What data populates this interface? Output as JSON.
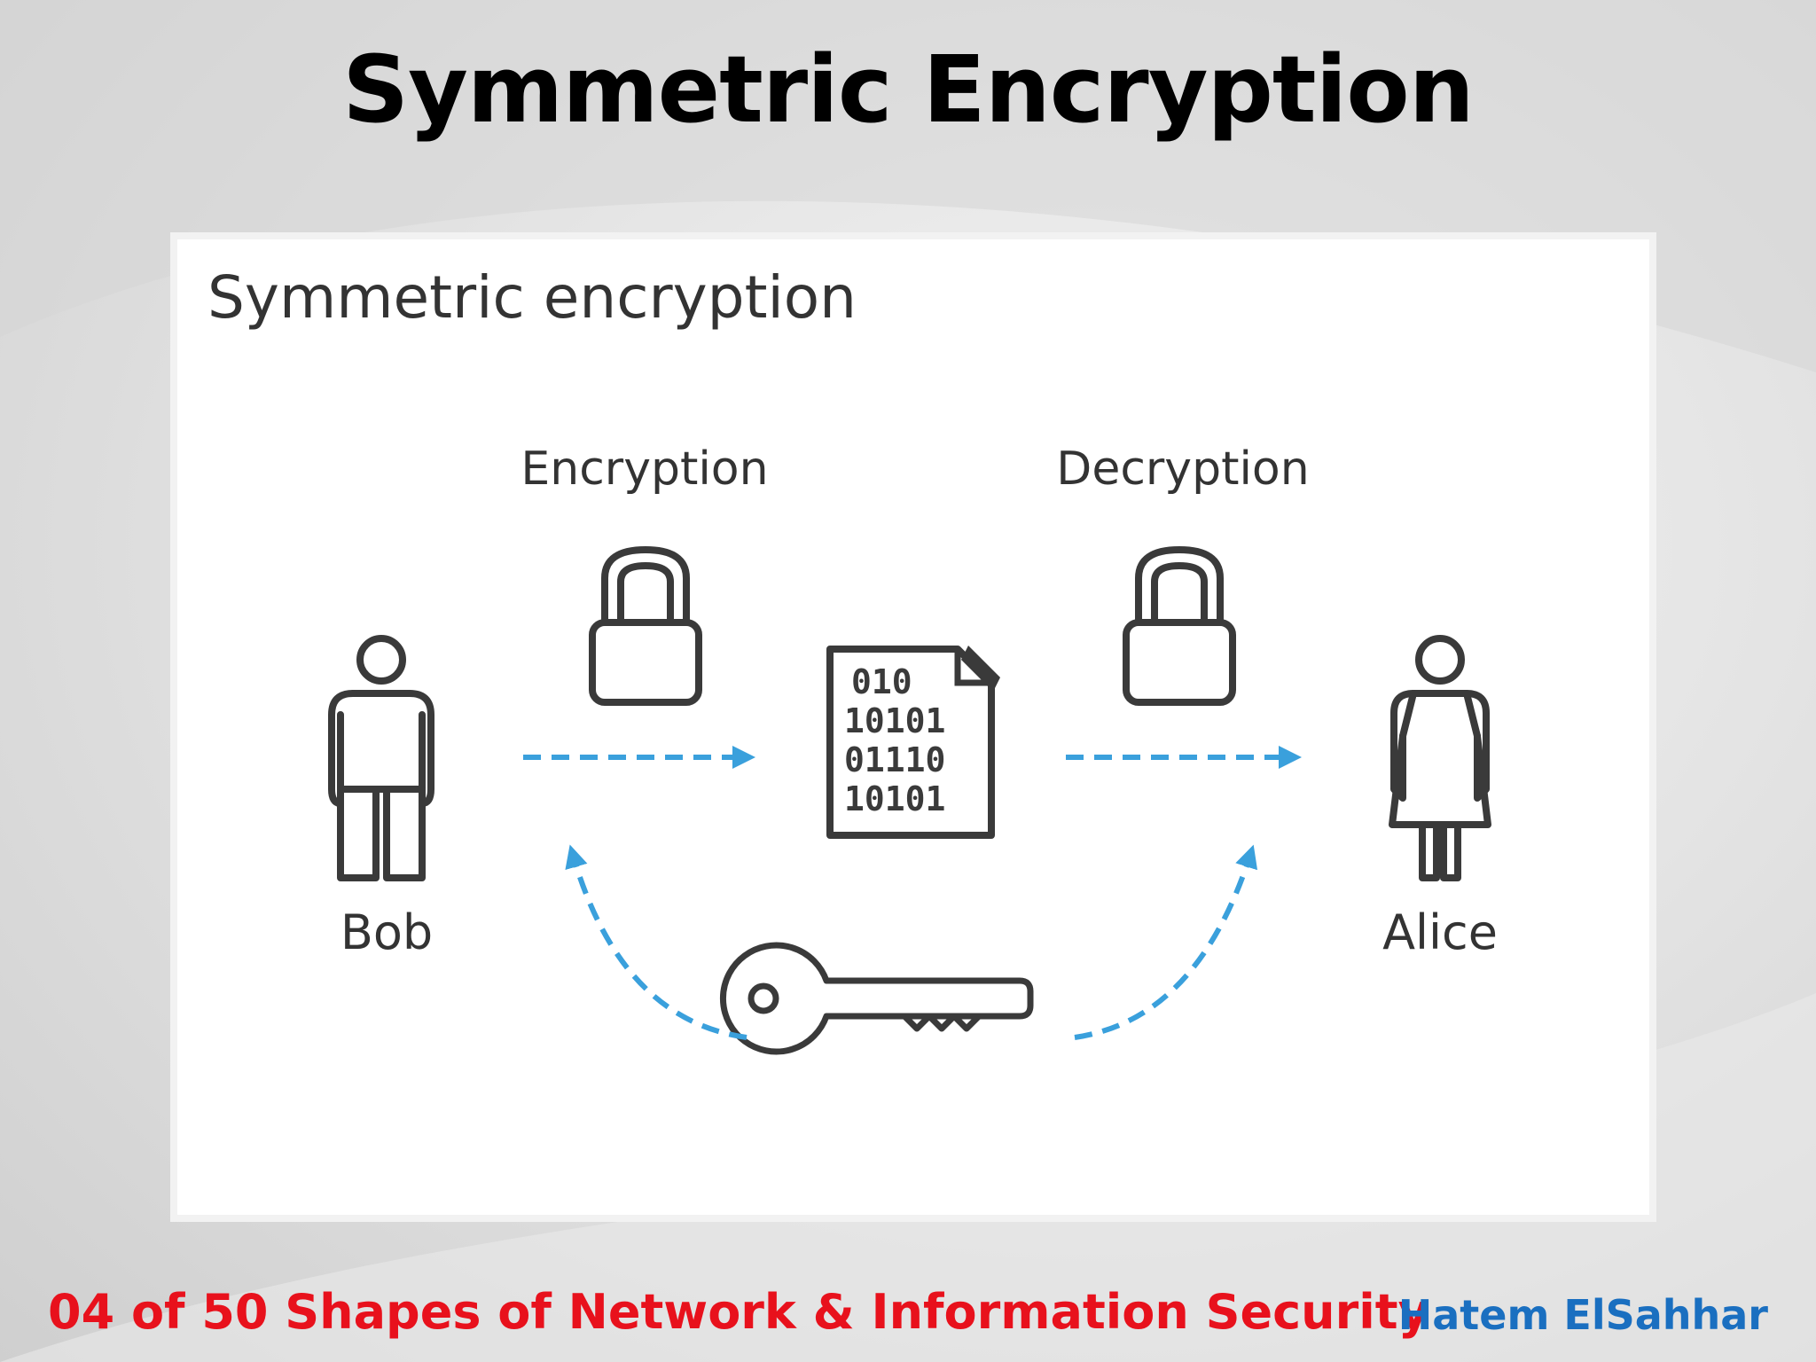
{
  "slide": {
    "title": "Symmetric Encryption",
    "footer_left": "04 of 50 Shapes of Network & Information Security",
    "footer_right": "Hatem ElSahhar"
  },
  "diagram": {
    "heading": "Symmetric encryption",
    "encryption_label": "Encryption",
    "decryption_label": "Decryption",
    "sender_label": "Bob",
    "receiver_label": "Alice",
    "ciphertext_lines": [
      "010",
      "10101",
      "01110",
      "10101"
    ],
    "icons": [
      "person-icon",
      "lock-icon",
      "binary-document-icon",
      "key-icon"
    ],
    "colors": {
      "arrow": "#3aa0dc",
      "stroke": "#3a3a3a",
      "footer_left": "#e8111c",
      "footer_right": "#1a6fc0"
    }
  }
}
